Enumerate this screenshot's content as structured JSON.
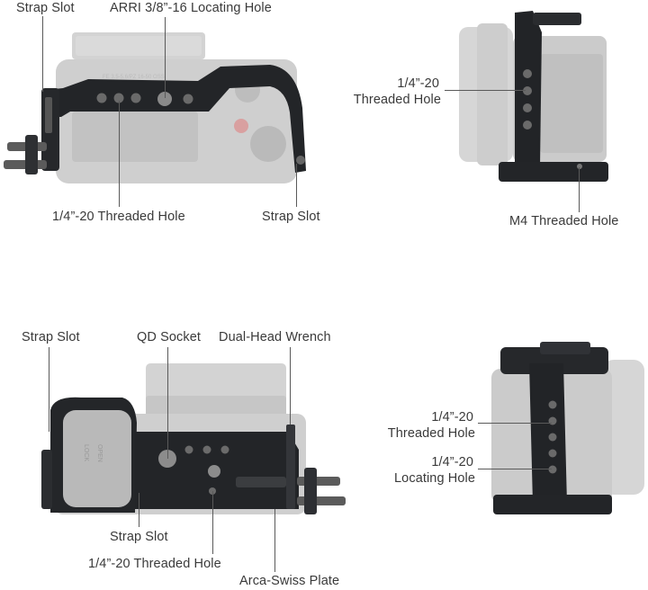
{
  "panels": {
    "top_left": {
      "labels": {
        "strap_slot_top": "Strap Slot",
        "arri_hole": "ARRI 3/8”-16 Locating Hole",
        "threaded_hole": "1/4”-20 Threaded Hole",
        "strap_slot_right": "Strap Slot"
      },
      "camera_text": "FE 3.5-5.6/PZ 16-50 OSS"
    },
    "top_right": {
      "labels": {
        "threaded_hole_line1": "1/4”-20",
        "threaded_hole_line2": "Threaded Hole",
        "m4_hole": "M4 Threaded Hole"
      }
    },
    "bottom_left": {
      "labels": {
        "strap_slot_top": "Strap Slot",
        "qd_socket": "QD Socket",
        "wrench": "Dual-Head Wrench",
        "strap_slot_bottom": "Strap Slot",
        "threaded_hole": "1/4”-20 Threaded Hole",
        "arca_plate": "Arca-Swiss Plate"
      },
      "battery_text": "OPEN",
      "battery_text2": "LOCK"
    },
    "bottom_right": {
      "labels": {
        "threaded_hole_line1": "1/4”-20",
        "threaded_hole_line2": "Threaded Hole",
        "locating_hole_line1": "1/4”-20",
        "locating_hole_line2": "Locating Hole"
      }
    }
  },
  "colors": {
    "cage": "#222427",
    "camera": "#c8c8c8",
    "camera_dark": "#b4b4b4",
    "lead_line": "#5a5a5a",
    "text": "#3a3a3a"
  }
}
